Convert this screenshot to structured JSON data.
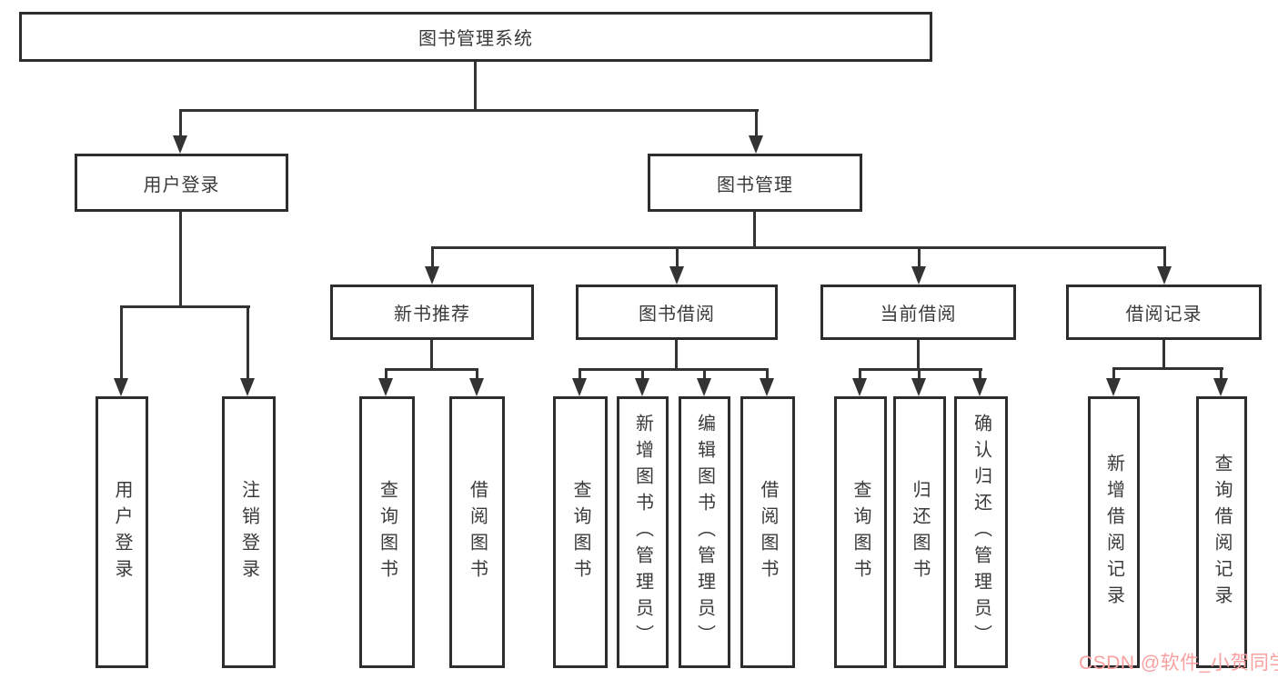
{
  "diagram": {
    "type": "hierarchy-flowchart",
    "colors": {
      "background": "#ffffff",
      "box_border": "#2d2d2d",
      "connector_line": "#333333",
      "text": "#3a3a3a",
      "watermark": "#f9a0a0"
    },
    "watermark": "CSDN @软件_小贺同学"
  },
  "tree": {
    "label": "图书管理系统",
    "children": [
      {
        "label": "用户登录",
        "children": [
          {
            "label": "用户登录"
          },
          {
            "label": "注销登录"
          }
        ]
      },
      {
        "label": "图书管理",
        "children": [
          {
            "label": "新书推荐",
            "children": [
              {
                "label": "查询图书"
              },
              {
                "label": "借阅图书"
              }
            ]
          },
          {
            "label": "图书借阅",
            "children": [
              {
                "label": "查询图书"
              },
              {
                "label": "新增图书（管理员）"
              },
              {
                "label": "编辑图书（管理员）"
              },
              {
                "label": "借阅图书"
              }
            ]
          },
          {
            "label": "当前借阅",
            "children": [
              {
                "label": "查询图书"
              },
              {
                "label": "归还图书"
              },
              {
                "label": "确认归还（管理员）"
              }
            ]
          },
          {
            "label": "借阅记录",
            "children": [
              {
                "label": "新增借阅记录"
              },
              {
                "label": "查询借阅记录"
              }
            ]
          }
        ]
      }
    ]
  }
}
